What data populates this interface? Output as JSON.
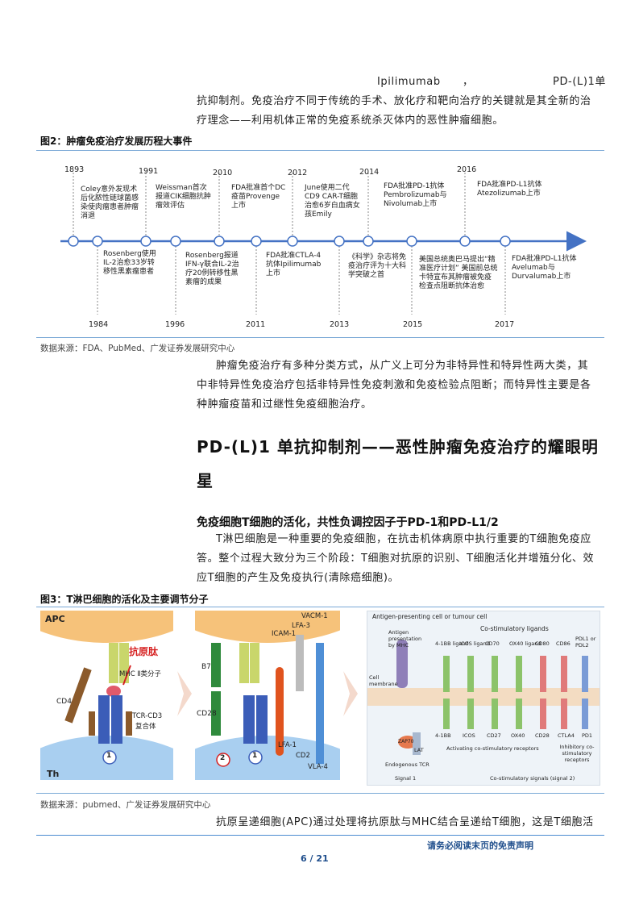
{
  "intro": {
    "line1_left": "Ipilimumab",
    "line1_comma": "，",
    "line1_right": "PD-(L)1单",
    "line2": "抗抑制剂。免疫治疗不同于传统的手术、放化疗和靶向治疗的关键就是其全新的治",
    "line3": "疗理念——利用机体正常的免疫系统杀灭体内的恶性肿瘤细胞。"
  },
  "figure2": {
    "title": "图2：肿瘤免疫治疗发展历程大事件",
    "source": "数据来源：FDA、PubMed、广发证券发展研究中心",
    "top_years": [
      "1893",
      "1991",
      "2010",
      "2012",
      "2014",
      "2016"
    ],
    "bottom_years": [
      "1984",
      "1996",
      "2011",
      "2013",
      "2015",
      "2017"
    ],
    "top_events": [
      "Coley意外发现术后化脓性链球菌感染使肉瘤患者肿瘤消退",
      "Weissman首次报道CIK细胞抗肿瘤效评估",
      "FDA批准首个DC疫苗Provenge上市",
      "June使用二代CD9 CAR-T细胞治愈6岁白血病女孩Emily",
      "FDA批准PD-1抗体Pembrolizumab与Nivolumab上市",
      "FDA批准PD-L1抗体Atezolizumab上市"
    ],
    "bottom_events": [
      "Rosenberg使用IL-2治愈33岁转移性黑素瘤患者",
      "Rosenberg报道IFN-γ联合IL-2治疗20例转移性黑素瘤的成果",
      "FDA批准CTLA-4抗体Ipilimumab上市",
      "《科学》杂志将免疫治疗评为十大科学突破之首",
      "美国总统奥巴马提出“精准医疗计划” 美国前总统卡特宣布其肿瘤被免疫检查点阻断抗体治愈",
      "FDA批准PD-L1抗体Avelumab与Durvalumab上市"
    ]
  },
  "para2": {
    "line1": "肿瘤免疫治疗有多种分类方式，从广义上可分为非特异性和特异性两大类，其",
    "line2": "中非特异性免疫治疗包括非特异性免疫刺激和免疫检验点阻断；而特异性主要是各",
    "line3": "种肿瘤疫苗和过继性免疫细胞治疗。"
  },
  "heading1": {
    "line1": "PD-(L)1 单抗抑制剂——恶性肿瘤免疫治疗的耀眼明",
    "line2": "星"
  },
  "heading2": "免疫细胞T细胞的活化，共性负调控因子于PD-1和PD-L1/2",
  "para3": {
    "line1": "T淋巴细胞是一种重要的免疫细胞，在抗击机体病原中执行重要的T细胞免疫应",
    "line2": "答。整个过程大致分为三个阶段：T细胞对抗原的识别、T细胞活化并增殖分化、效",
    "line3": "应T细胞的产生及免疫执行(清除癌细胞)。"
  },
  "figure3": {
    "title": "图3：T淋巴细胞的活化及主要调节分子",
    "source": "数据来源：pubmed、广发证券发展研究中心",
    "panel1": {
      "apc": "APC",
      "th": "Th",
      "antigen": "抗原肽",
      "mhc": "MHC Ⅱ类分子",
      "cd4": "CD4",
      "tcr": "TCR-CD3",
      "tcr2": "复合体",
      "num": "1"
    },
    "panel2": {
      "vacm": "VACM-1",
      "lfa3": "LFA-3",
      "icam": "ICAM-1",
      "b7": "B7",
      "cd28": "CD28",
      "lfa1": "LFA-1",
      "cd2": "CD2",
      "vla4": "VLA-4",
      "num1": "1",
      "num2": "2"
    },
    "panel3": {
      "header": "Antigen-presenting cell or tumour cell",
      "costim_ligands": "Co-stimulatory ligands",
      "antigen_pres": "Antigen presentation by MHC",
      "ligands": [
        "4-1BB ligand",
        "ICOS ligand",
        "CD70",
        "OX40 ligand",
        "CD80",
        "CD86",
        "PDL1 or PDL2"
      ],
      "cell_membrane": "Cell membrane",
      "receptors": [
        "4-1BB",
        "ICOS",
        "CD27",
        "OX40",
        "CD28",
        "CTLA4",
        "PD1"
      ],
      "activating": "Activating co-stimulatory receptors",
      "inhibitory": "Inhibitory co-stimulatory receptors",
      "endogenous_tcr": "Endogenous TCR",
      "zap70": "ZAP70",
      "lat": "LAT",
      "signal1": "Signal 1",
      "signal2": "Co-stimulatory signals (signal 2)"
    }
  },
  "para4": "抗原呈递细胞(APC)通过处理将抗原肽与MHC结合呈递给T细胞，这是T细胞活",
  "footer": {
    "page": "6 / 21",
    "disclaimer": "请务必阅读末页的免责声明"
  },
  "colors": {
    "accent_blue": "#1f4e8c",
    "rule_blue": "#7aa9d6",
    "apc_orange": "#f6c27a",
    "tcell_blue": "#a9cff0"
  }
}
